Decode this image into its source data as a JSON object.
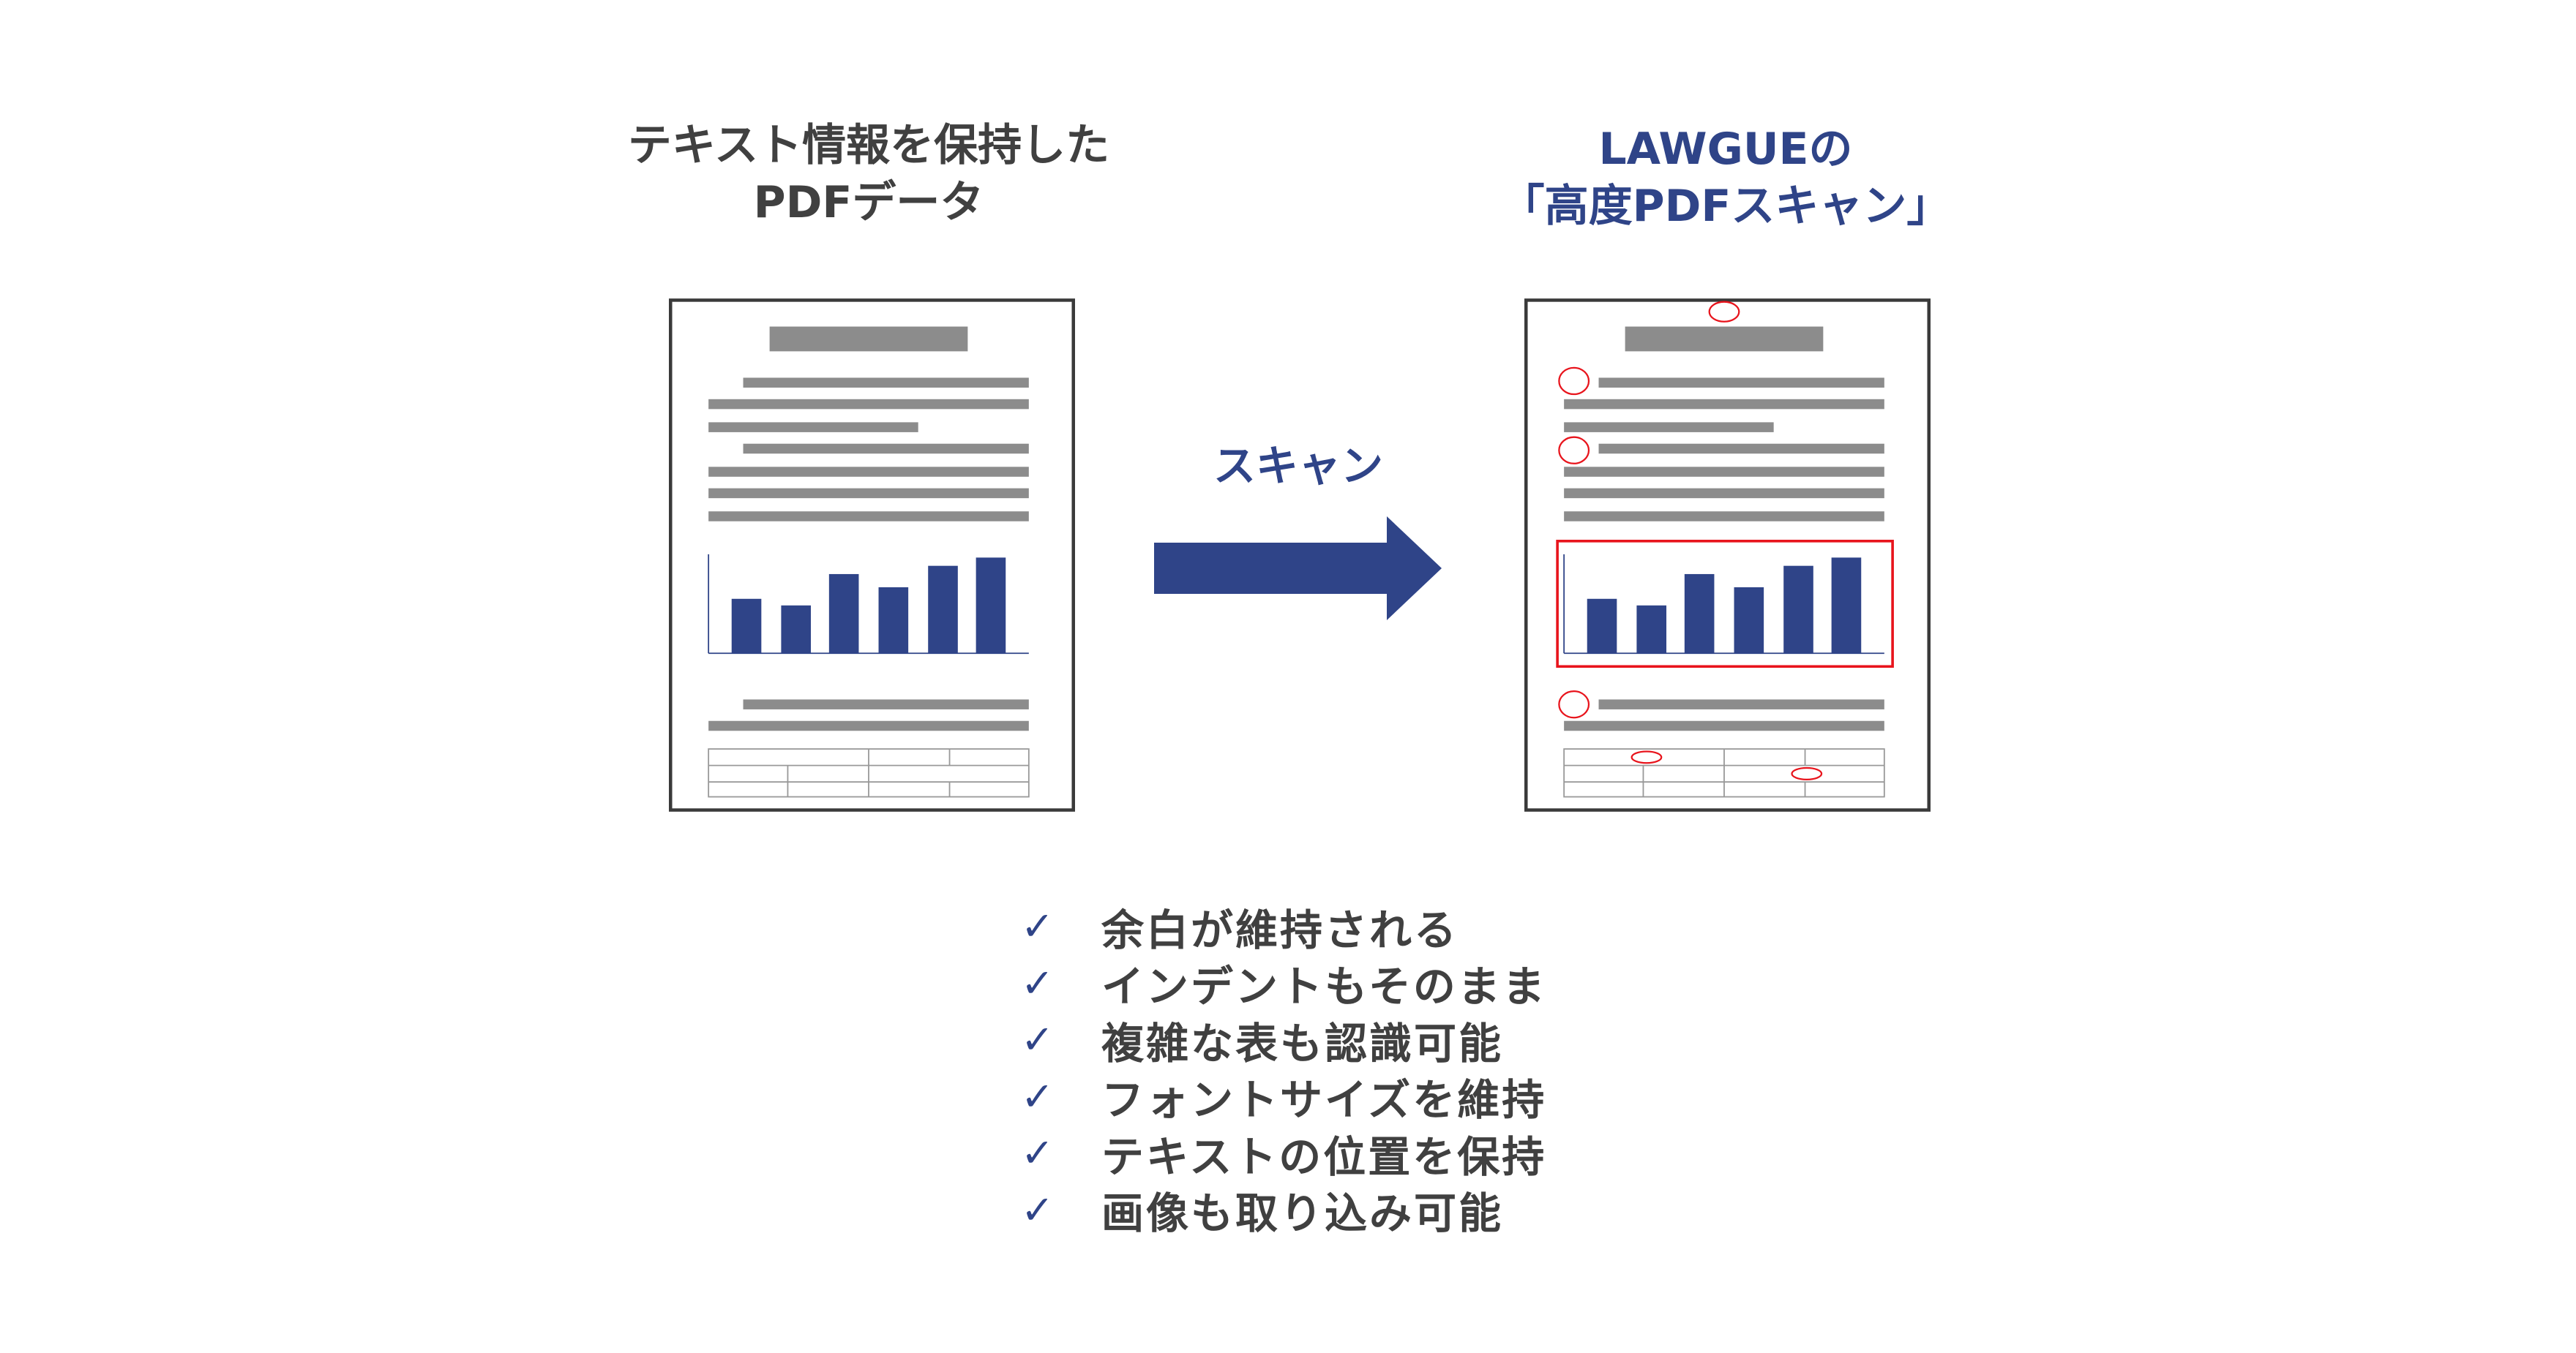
{
  "left_title": {
    "line1": "テキスト情報を保持した",
    "line2": "PDFデータ"
  },
  "right_title": {
    "line1": "LAWGUEの",
    "line2": "「高度PDFスキャン」"
  },
  "arrow_label": "スキャン",
  "checklist": [
    {
      "icon": "check-icon",
      "text": "余白が維持される"
    },
    {
      "icon": "check-icon",
      "text": "インデントもそのまま"
    },
    {
      "icon": "check-icon",
      "text": "複雑な表も認識可能"
    },
    {
      "icon": "check-icon",
      "text": "フォントサイズを維持"
    },
    {
      "icon": "check-icon",
      "text": "テキストの位置を保持"
    },
    {
      "icon": "check-icon",
      "text": "画像も取り込み可能"
    }
  ],
  "colors": {
    "accent": "#2f4488",
    "text": "#404040",
    "highlight": "#e8141c",
    "placeholder": "#8c8c8c"
  }
}
